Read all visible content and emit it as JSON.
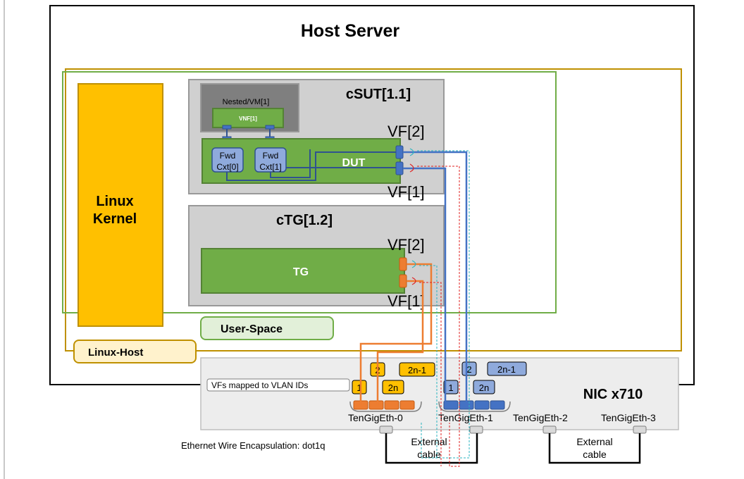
{
  "host_server": {
    "title": "Host Server"
  },
  "linux_kernel": {
    "line1": "Linux",
    "line2": "Kernel"
  },
  "user_space": {
    "label": "User-Space"
  },
  "linux_host": {
    "label": "Linux-Host"
  },
  "csut": {
    "title": "cSUT[1.1]",
    "nested_vm": "Nested/VM[1]",
    "vnf": "VNF[1]",
    "dut": "DUT",
    "fwd0_line1": "Fwd",
    "fwd0_line2": "Cxt[0]",
    "fwd1_line1": "Fwd",
    "fwd1_line2": "Cxt[1]",
    "vf_top": "VF[2]",
    "vf_bottom": "VF[1]"
  },
  "ctg": {
    "title": "cTG[1.2]",
    "tg": "TG",
    "vf_top": "VF[2]",
    "vf_bottom": "VF[1]"
  },
  "nic": {
    "title": "NIC x710",
    "vf_mapping_note": "VFs mapped to VLAN IDs",
    "orange_vlans": {
      "one": "1",
      "two": "2",
      "n2": "2n",
      "n2m1": "2n-1"
    },
    "blue_vlans": {
      "one": "1",
      "two": "2",
      "n2": "2n",
      "n2m1": "2n-1"
    },
    "ports": [
      "TenGigEth-0",
      "TenGigEth-1",
      "TenGigEth-2",
      "TenGigEth-3"
    ]
  },
  "encapsulation": "Ethernet Wire Encapsulation: dot1q",
  "cable_a": {
    "line1": "External",
    "line2": "cable"
  },
  "cable_b": {
    "line1": "External",
    "line2": "cable"
  },
  "colors": {
    "orange": "#ED7D31",
    "blue": "#4472C4",
    "green": "#70AD47",
    "gold": "#BF9000",
    "kernel": "#FFC000",
    "cyan": "#2CB5C0",
    "red": "#E02020"
  }
}
